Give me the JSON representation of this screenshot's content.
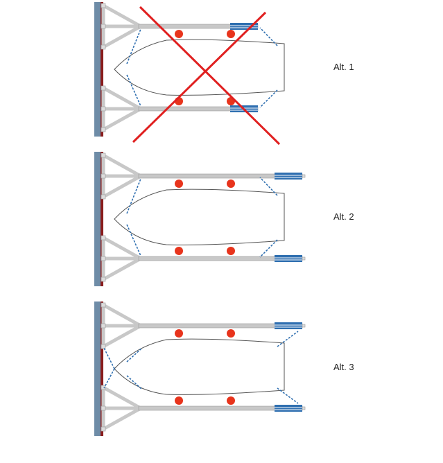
{
  "diagram": {
    "alternatives": [
      {
        "label": "Alt. 1",
        "crossed_out": true
      },
      {
        "label": "Alt. 2",
        "crossed_out": false
      },
      {
        "label": "Alt. 3",
        "crossed_out": false
      }
    ]
  },
  "colors": {
    "pier": "#6e8ca7",
    "pier_edge": "#8a1c1c",
    "frame": "#c8c8c8",
    "frame_stroke": "#9a9a9a",
    "boom_end": "#2f6fb0",
    "fender": "#e8341c",
    "hull_stroke": "#555555",
    "mooring_line": "#2f6fb0",
    "cross": "#e02020"
  }
}
